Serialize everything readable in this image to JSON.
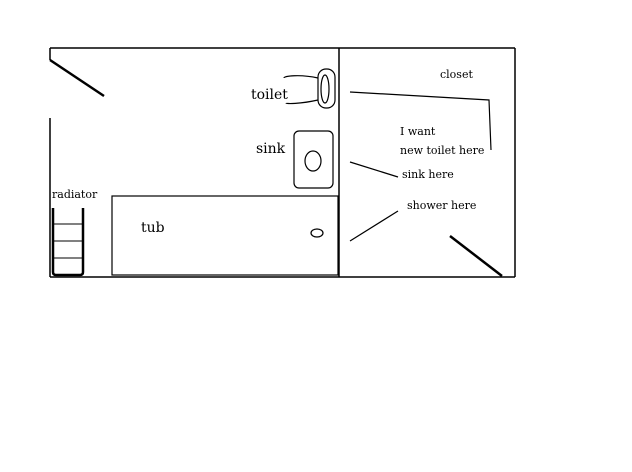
{
  "labels": {
    "toilet": "toilet",
    "sink": "sink",
    "radiator": "radiator",
    "tub": "tub",
    "closet": "closet",
    "want_line1": "I want",
    "want_line2": "new toilet here",
    "sink_here": "sink here",
    "shower_here": "shower here"
  },
  "colors": {
    "ink": "#000000",
    "background": "#ffffff"
  }
}
